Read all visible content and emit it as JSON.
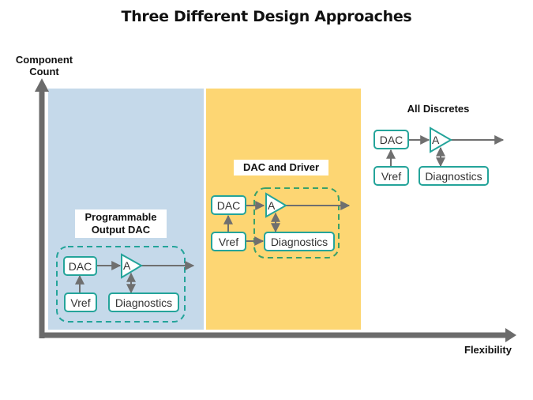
{
  "title": "Three Different Design Approaches",
  "axes": {
    "y_label_line1": "Component",
    "y_label_line2": "Count",
    "x_label": "Flexibility"
  },
  "approaches": [
    {
      "name_line1": "Programmable",
      "name_line2": "Output DAC",
      "blocks": {
        "dac": "DAC",
        "amp": "A",
        "vref": "Vref",
        "diag": "Diagnostics"
      }
    },
    {
      "name_line1": "DAC and Driver",
      "blocks": {
        "dac": "DAC",
        "amp": "A",
        "vref": "Vref",
        "diag": "Diagnostics"
      }
    },
    {
      "name_line1": "All Discretes",
      "blocks": {
        "dac": "DAC",
        "amp": "A",
        "vref": "Vref",
        "diag": "Diagnostics"
      }
    }
  ],
  "colors": {
    "region1": "#c5d9ea",
    "region2": "#fdd673",
    "block_border": "#24a49a",
    "arrow": "#6f6f6f",
    "dashed": "#24a49a",
    "axis": "#6b6b6b"
  }
}
